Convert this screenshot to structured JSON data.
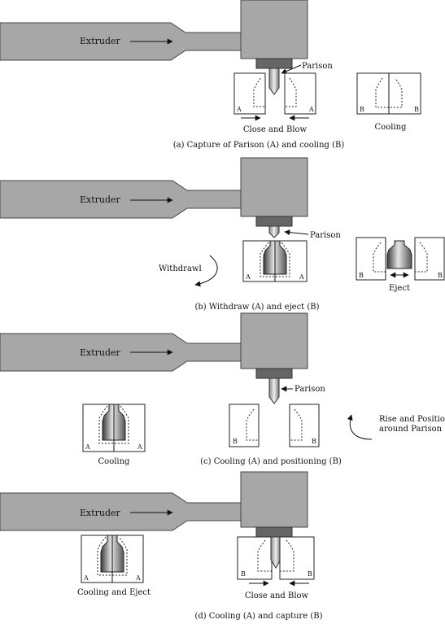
{
  "labels": {
    "extruder": "Extruder",
    "parison": "Parison",
    "close_and_blow": "Close and Blow",
    "cooling": "Cooling",
    "withdrawl": "Withdrawl",
    "eject": "Eject",
    "rise_line1": "Rise and Position",
    "rise_line2": "around Parison",
    "cooling_and_eject": "Cooling and Eject",
    "mold_a": "A",
    "mold_b": "B"
  },
  "captions": {
    "a": "(a) Capture of Parison (A) and cooling (B)",
    "b": "(b) Withdraw (A) and eject (B)",
    "c": "(c) Cooling (A) and positioning (B)",
    "d": "(d) Cooling (A) and capture (B)"
  },
  "colors": {
    "barrel": "#a7a7a7",
    "die": "#666666",
    "outline": "#222222"
  }
}
